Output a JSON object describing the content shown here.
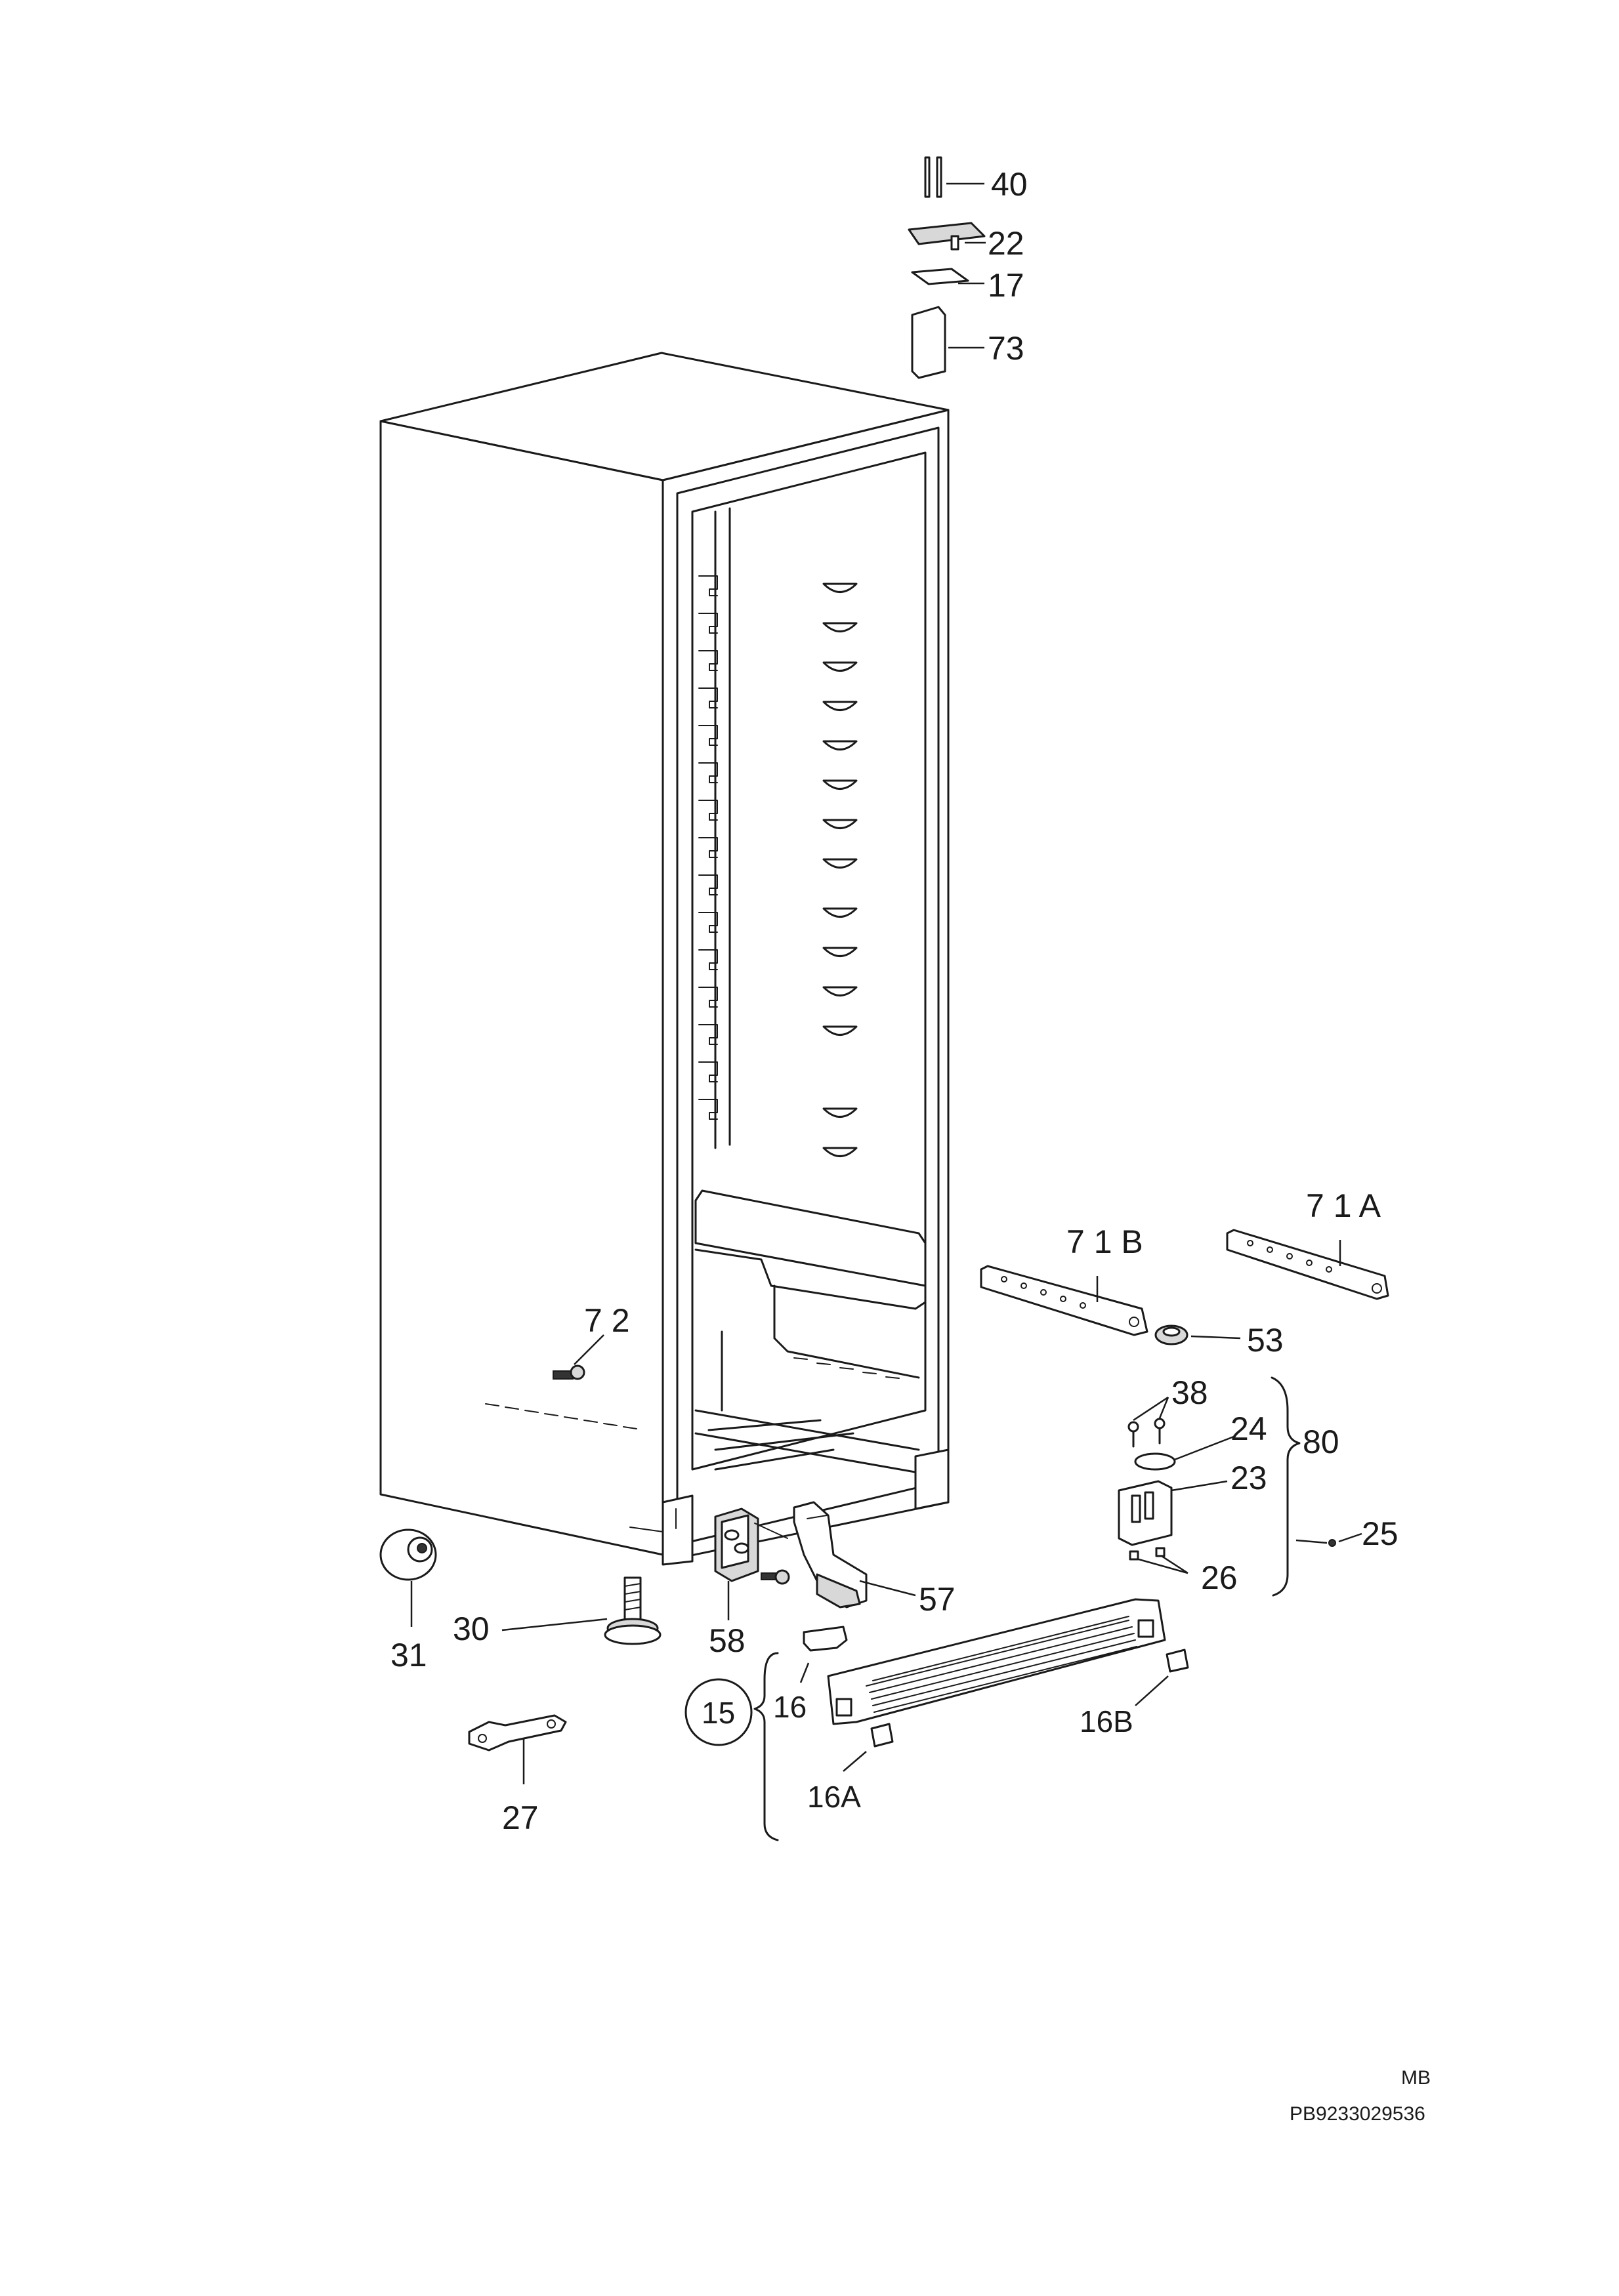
{
  "labels": {
    "p40": "40",
    "p22": "22",
    "p17": "17",
    "p73": "73",
    "p71A": "7 1 A",
    "p71B": "7 1 B",
    "p53": "53",
    "p38": "38",
    "p24": "24",
    "p80": "80",
    "p23": "23",
    "p25": "25",
    "p26": "26",
    "p72": "7 2",
    "p31": "31",
    "p30": "30",
    "p58": "58",
    "p57": "57",
    "p15": "15",
    "p16": "16",
    "p16A": "16A",
    "p16B": "16B",
    "p27": "27"
  },
  "footer": {
    "code": "MB",
    "ref": "PB9233029536"
  }
}
